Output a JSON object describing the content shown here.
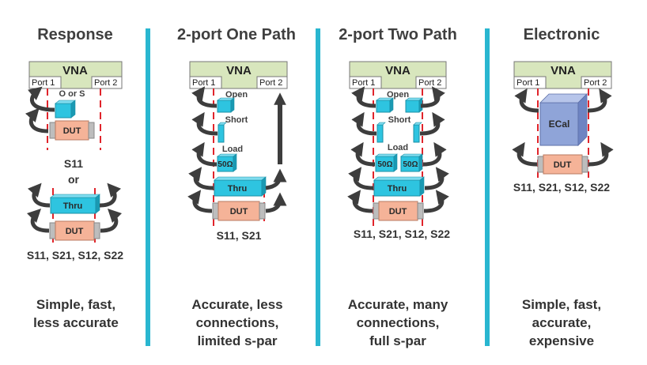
{
  "colors": {
    "divider": "#29b6d0",
    "vna_fill": "#d8e6bd",
    "standard_fill": "#2ec4e0",
    "dut_fill": "#f5b398",
    "ecal_fill": "#8fa4d8",
    "ref_line": "#e0242b",
    "arrow": "#3d3d3d"
  },
  "panels": [
    {
      "title": "Response",
      "vna_label": "VNA",
      "port1_label": "Port 1",
      "port2_label": "Port 2",
      "std_label": "O or S",
      "dut_label": "DUT",
      "s_params_1": "S11",
      "or_label": "or",
      "thru_label": "Thru",
      "dut_label_2": "DUT",
      "s_params_2": "S11, S21, S12, S22",
      "summary": [
        "Simple, fast,",
        "less accurate"
      ]
    },
    {
      "title": "2-port One Path",
      "vna_label": "VNA",
      "port1_label": "Port 1",
      "port2_label": "Port 2",
      "open_label": "Open",
      "short_label": "Short",
      "load_label": "Load",
      "load_value": "50Ω",
      "thru_label": "Thru",
      "dut_label": "DUT",
      "s_params": "S11, S21",
      "summary": [
        "Accurate, less",
        "connections,",
        "limited s-par"
      ]
    },
    {
      "title": "2-port Two Path",
      "vna_label": "VNA",
      "port1_label": "Port 1",
      "port2_label": "Port 2",
      "open_label": "Open",
      "short_label": "Short",
      "load_label": "Load",
      "load_value_1": "50Ω",
      "load_value_2": "50Ω",
      "thru_label": "Thru",
      "dut_label": "DUT",
      "s_params": "S11, S21, S12, S22",
      "summary": [
        "Accurate, many",
        "connections,",
        "full s-par"
      ]
    },
    {
      "title": "Electronic",
      "vna_label": "VNA",
      "port1_label": "Port 1",
      "port2_label": "Port 2",
      "ecal_label": "ECal",
      "dut_label": "DUT",
      "s_params": "S11, S21, S12, S22",
      "summary": [
        "Simple, fast,",
        "accurate,",
        "expensive"
      ]
    }
  ]
}
